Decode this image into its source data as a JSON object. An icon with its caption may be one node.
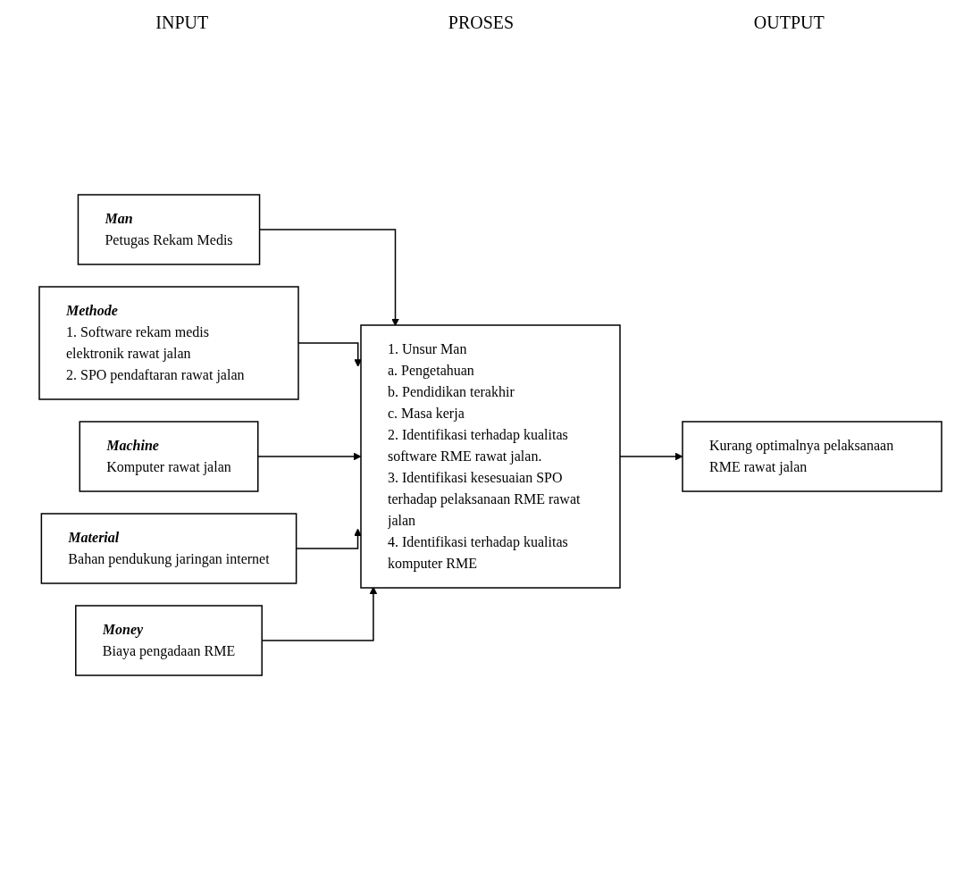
{
  "diagram": {
    "nodes": [
      {
        "text": [
          "Man",
          "Petugas Rekam Medis"
        ]
      },
      {
        "text": [
          "Methode",
          "1. Software rekam medis elektronik rawat jalan",
          "2. SPO pendaftaran rawat jalan"
        ]
      },
      {
        "text": [
          "Machine",
          "Komputer rawat jalan"
        ]
      },
      {
        "text": [
          "Material",
          "Bahan pendukung jaringan internet"
        ]
      },
      {
        "text": [
          "Money",
          "Biaya pengadaan RME"
        ]
      },
      {
        "text": [
          "1. Unsur Man",
          "a. Pengetahuan",
          "b. Pendidikan terakhir",
          "c. Masa kerja",
          "2. Identifikasi terhadap kualitas software RME rawat jalan.",
          "3. Identifikasi kesesuaian SPO terhadap pelaksanaan RME rawat jalan",
          "4. Identifikasi terhadap kualitas komputer RME"
        ]
      },
      {
        "text": [
          "Kurang optimalnya pelaksanaan RME rawat jalan"
        ]
      }
    ],
    "edges": [
      {
        "from": 0,
        "to": 5,
        "arrow": "to"
      },
      {
        "from": 1,
        "to": 5,
        "arrow": "to"
      },
      {
        "from": 2,
        "to": 5,
        "arrow": "to"
      },
      {
        "from": 3,
        "to": 5,
        "arrow": "to"
      },
      {
        "from": 4,
        "to": 5,
        "arrow": "to"
      },
      {
        "from": 5,
        "to": 6,
        "arrow": "to"
      }
    ],
    "labels": [
      "INPUT",
      "PROSES",
      "OUTPUT"
    ]
  }
}
